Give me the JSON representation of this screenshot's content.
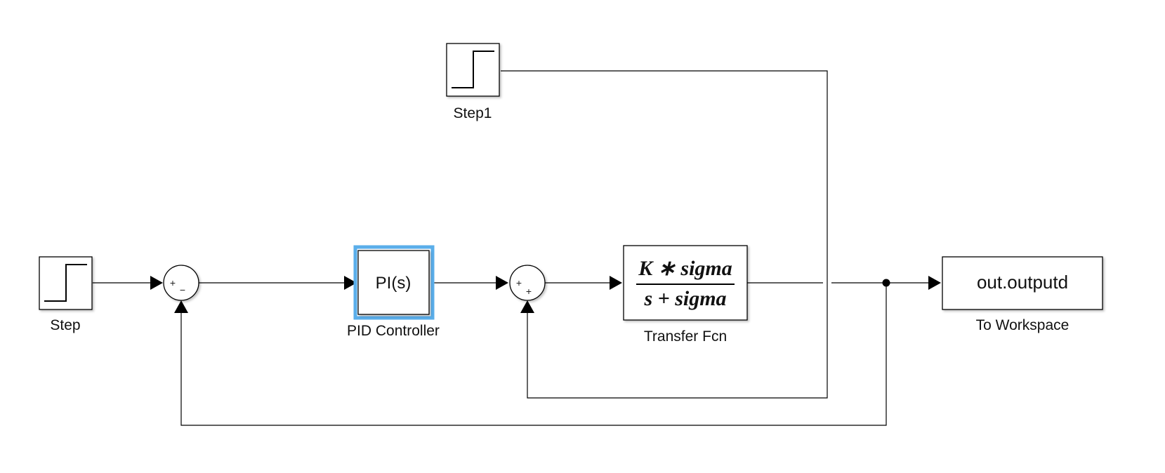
{
  "blocks": {
    "step": {
      "label": "Step"
    },
    "step1": {
      "label": "Step1"
    },
    "pid": {
      "label": "PID Controller",
      "text": "PI(s)",
      "highlight": "#5aaeea"
    },
    "transfer_fcn": {
      "label": "Transfer Fcn",
      "numerator": "K ∗ sigma",
      "denominator": "s + sigma"
    },
    "to_workspace": {
      "label": "To Workspace",
      "text": "out.outputd"
    },
    "sum1": {
      "signs": [
        "+",
        "−"
      ]
    },
    "sum2": {
      "signs": [
        "+",
        "+"
      ]
    }
  }
}
